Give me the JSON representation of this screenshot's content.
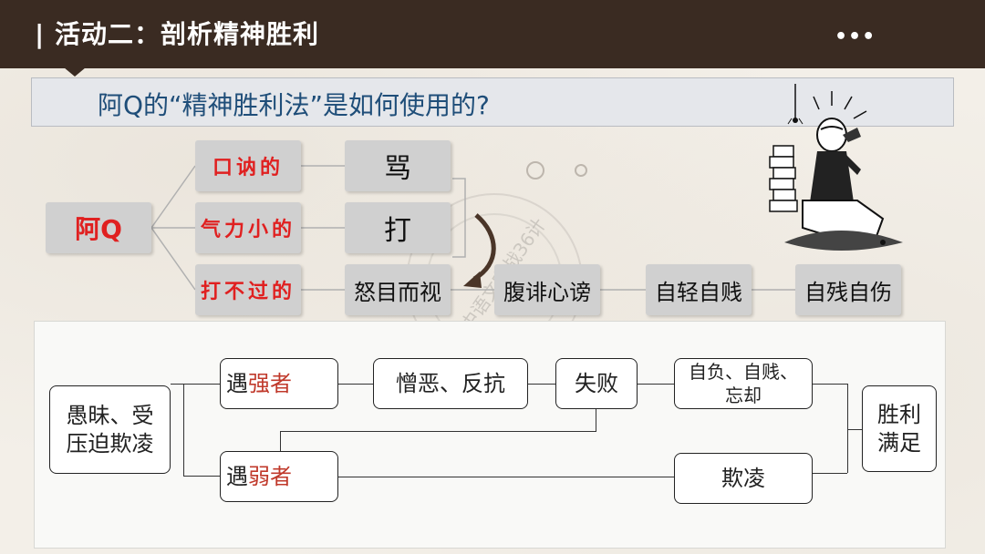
{
  "header": {
    "title": "| 活动二：剖析精神胜利",
    "more_icon": "•••"
  },
  "question": "阿Q的“精神胜利法”是如何使用的?",
  "top_diagram": {
    "root": "阿Q",
    "branches": [
      "口讷的",
      "气力小的",
      "打不过的"
    ],
    "actions": [
      "骂",
      "打",
      "怒目而视",
      "腹诽心谤",
      "自轻自贱",
      "自残自伤"
    ]
  },
  "illustration": {
    "icon": "ah-q-sitting-illustration"
  },
  "watermark_text": "高中语文实战36计",
  "flow": {
    "start": [
      "愚昧、受",
      "压迫欺凌"
    ],
    "strong": {
      "prefix": "遇",
      "highlight": "强者"
    },
    "hate": "憎恶、反抗",
    "fail": "失败",
    "self": [
      "自负、自贱、",
      "忘却"
    ],
    "weak": {
      "prefix": "遇",
      "highlight": "弱者"
    },
    "bully": "欺凌",
    "end": [
      "胜利",
      "满足"
    ]
  },
  "colors": {
    "header_bg": "#3a2b22",
    "question_text": "#1f4e79",
    "red_text": "#e02020",
    "highlight_red": "#c0392b",
    "node_bg": "#d0d0d0"
  }
}
